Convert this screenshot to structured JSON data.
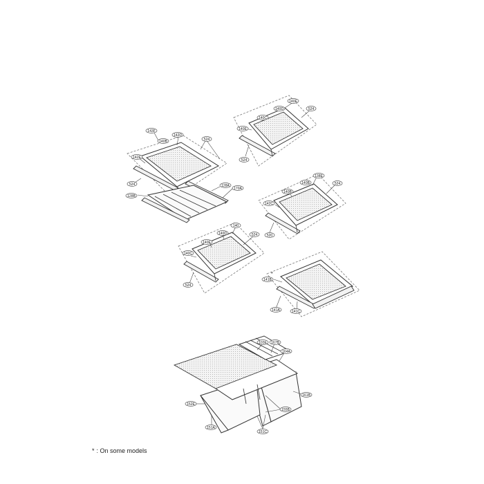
{
  "callouts": {
    "top_right_shelf": [
      "140E",
      "140D",
      "524",
      "140C",
      "140E",
      "524"
    ],
    "upper_left_shelf": [
      "143F",
      "142D",
      "140B",
      "524",
      "142E",
      "524",
      "128A",
      "170A",
      "128B"
    ],
    "middle_right_shelf": [
      "138E",
      "140B",
      "524",
      "140B",
      "142C",
      "520"
    ],
    "lower_center_shelf": [
      "140",
      "140D",
      "524",
      "140E",
      "140C",
      "524"
    ],
    "lower_right_shelf": [
      "141B",
      "141A",
      "141C"
    ],
    "bottom_assembly": [
      "103E",
      "167B",
      "164A",
      "161B",
      "152E",
      "155B",
      "151A",
      "151C"
    ]
  },
  "footnote": {
    "marker": "*",
    "text": ": On some models"
  }
}
